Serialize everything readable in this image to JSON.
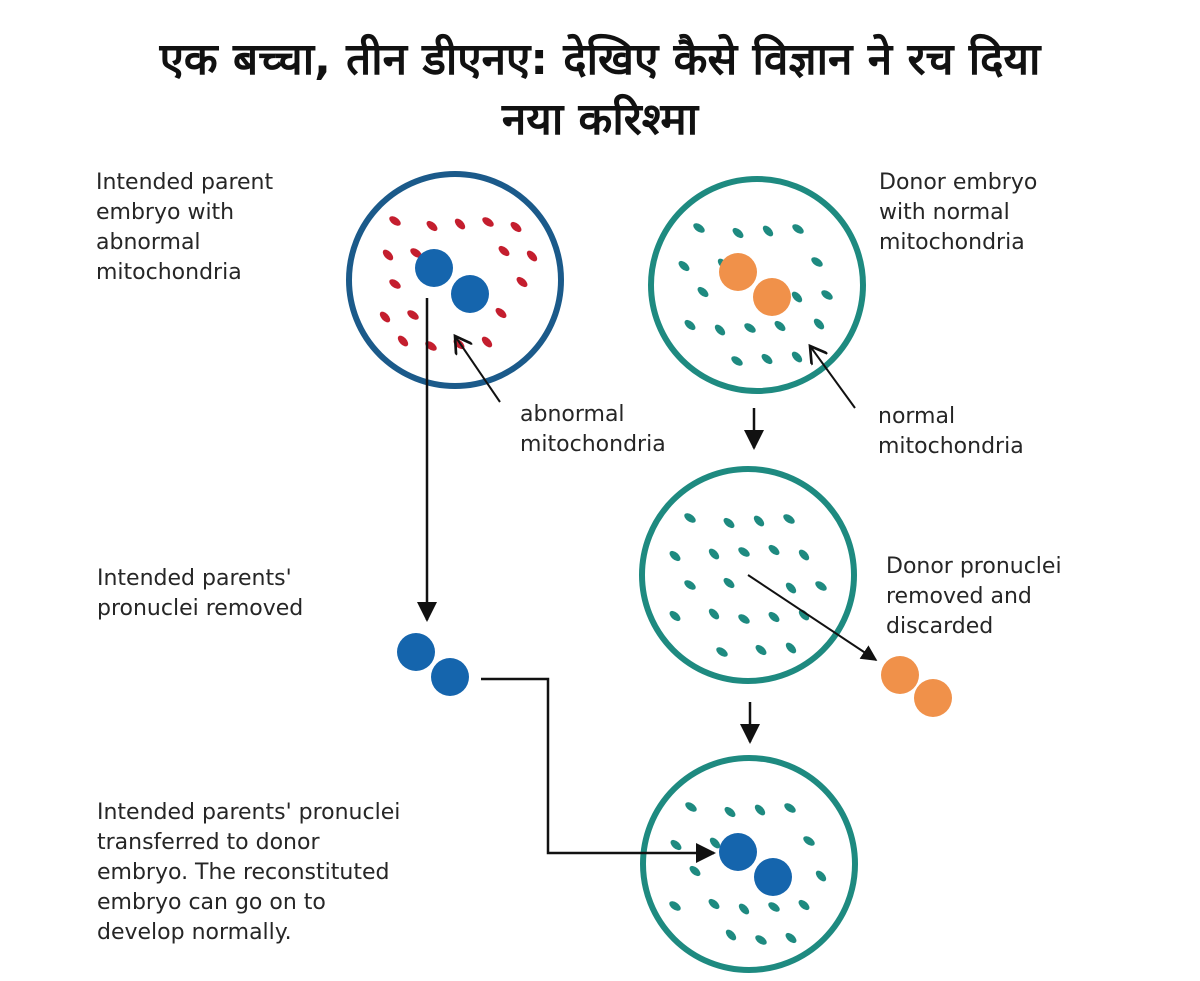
{
  "headline": {
    "line1": "एक बच्चा, तीन डीएनए: देखिए कैसे विज्ञान ने रच दिया",
    "line2": "नया करिश्मा"
  },
  "labels": {
    "intended_parent_embryo": [
      "Intended parent",
      "embryo with",
      "abnormal",
      "mitochondria"
    ],
    "donor_embryo": [
      "Donor embryo",
      "with normal",
      "mitochondria"
    ],
    "abnormal_mito": [
      "abnormal",
      "mitochondria"
    ],
    "normal_mito": [
      "normal",
      "mitochondria"
    ],
    "parents_pronuclei_removed": [
      "Intended parents'",
      "pronuclei removed"
    ],
    "donor_pronuclei_removed": [
      "Donor pronuclei",
      "removed and",
      "discarded"
    ],
    "transferred": [
      "Intended parents' pronuclei",
      "transferred to donor",
      "embryo. The reconstituted",
      "embryo can go on to",
      "develop normally."
    ]
  },
  "colors": {
    "parent_cell_outline": "#1b5a8a",
    "donor_cell_outline": "#1e8a80",
    "abnormal_mitochondria": "#c41e2e",
    "normal_mitochondria": "#1e8a80",
    "parent_pronucleus": "#1565ad",
    "donor_pronucleus": "#f0914a",
    "arrow": "#111111"
  }
}
